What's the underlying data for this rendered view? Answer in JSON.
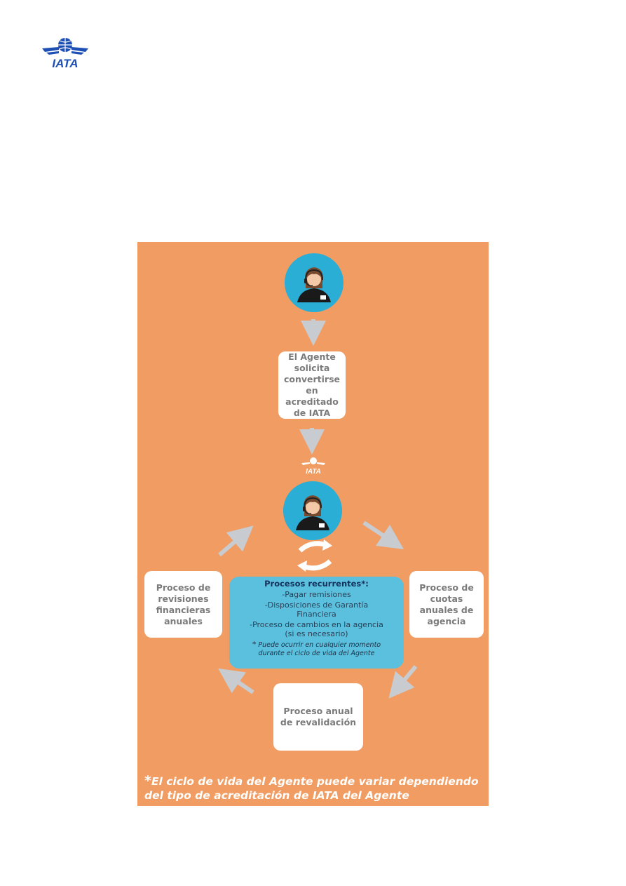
{
  "logo": {
    "text": "IATA",
    "color": "#1e4fb4"
  },
  "colors": {
    "panel": "#f09c62",
    "avatar": "#2aaed6",
    "center_box": "#5bc0de",
    "arrow": "#c8ccd0"
  },
  "diagram": {
    "step1": "El Agente\nsolicita\nconvertirse\nen\nacreditado\nde IATA",
    "left_box": "Proceso de\nrevisiones\nfinancieras\nanuales",
    "right_box": "Proceso de\ncuotas\nanuales de\nagencia",
    "bottom_box": "Proceso anual\nde revalidación",
    "center": {
      "title": "Procesos recurrentes*:",
      "item1": "-Pagar remisiones",
      "item2": "-Disposiciones de Garantía\nFinanciera",
      "item3": "-Proceso de cambios en la agencia\n(si es necesario)",
      "note_star": "*",
      "note": "Puede ocurrir en cualquier momento\ndurante el ciclo de vida del Agente"
    },
    "footnote_star": "*",
    "footnote": "El ciclo de vida del Agente puede variar dependiendo del tipo de acreditación de IATA del Agente"
  }
}
